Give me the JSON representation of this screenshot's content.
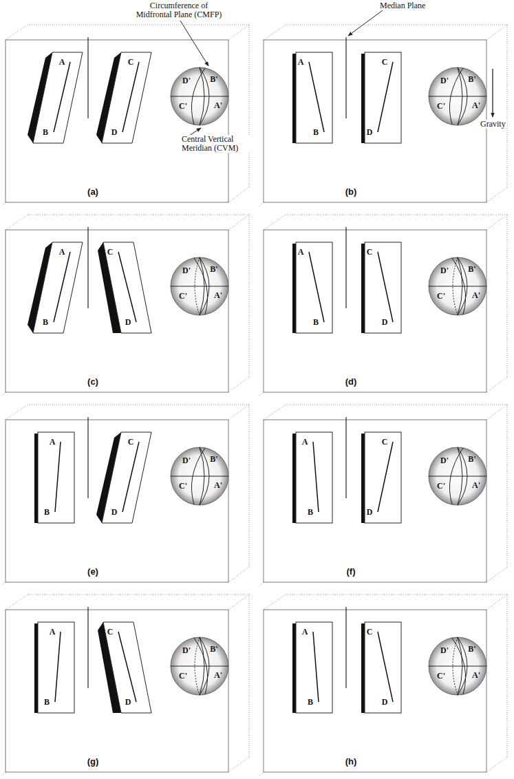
{
  "diagram": {
    "nodes": [
      {
        "text": [
          "(a)"
        ]
      },
      {
        "text": [
          "A",
          "B"
        ],
        "in": 0
      },
      {
        "text": [
          "C",
          "D"
        ],
        "in": 0
      },
      {
        "text": [
          "D'",
          "B'",
          "A'",
          "C'"
        ],
        "in": 0
      },
      {
        "text": [
          "(b)"
        ]
      },
      {
        "text": [
          "A",
          "B"
        ],
        "in": 4
      },
      {
        "text": [
          "C",
          "D"
        ],
        "in": 4
      },
      {
        "text": [
          "D'",
          "B'",
          "A'",
          "C'"
        ],
        "in": 4
      },
      {
        "text": [
          "(c)"
        ]
      },
      {
        "text": [
          "A",
          "B"
        ],
        "in": 8
      },
      {
        "text": [
          "C",
          "D"
        ],
        "in": 8
      },
      {
        "text": [
          "D'",
          "B'",
          "A'",
          "C'"
        ],
        "in": 8
      },
      {
        "text": [
          "(d)"
        ]
      },
      {
        "text": [
          "A",
          "B"
        ],
        "in": 12
      },
      {
        "text": [
          "C",
          "D"
        ],
        "in": 12
      },
      {
        "text": [
          "D'",
          "B'",
          "A'",
          "C'"
        ],
        "in": 12
      },
      {
        "text": [
          "(e)"
        ]
      },
      {
        "text": [
          "A",
          "B"
        ],
        "in": 16
      },
      {
        "text": [
          "C",
          "D"
        ],
        "in": 16
      },
      {
        "text": [
          "D'",
          "B'",
          "A'",
          "C'"
        ],
        "in": 16
      },
      {
        "text": [
          "(f)"
        ]
      },
      {
        "text": [
          "A",
          "B"
        ],
        "in": 20
      },
      {
        "text": [
          "C",
          "D"
        ],
        "in": 20
      },
      {
        "text": [
          "D'",
          "B'",
          "A'",
          "C'"
        ],
        "in": 20
      },
      {
        "text": [
          "(g)"
        ]
      },
      {
        "text": [
          "A",
          "B"
        ],
        "in": 24
      },
      {
        "text": [
          "C",
          "D"
        ],
        "in": 24
      },
      {
        "text": [
          "D'",
          "B'",
          "A'",
          "C'"
        ],
        "in": 24
      },
      {
        "text": [
          "(h)"
        ]
      },
      {
        "text": [
          "A",
          "B"
        ],
        "in": 28
      },
      {
        "text": [
          "C",
          "D"
        ],
        "in": 28
      },
      {
        "text": [
          "D'",
          "B'",
          "A'",
          "C'"
        ],
        "in": 28
      }
    ],
    "labels": [
      "Circumference of Midfrontal Plane (CMFP)",
      "Median Plane",
      "Central Vertical Meridian (CVM)",
      "Gravity"
    ]
  }
}
